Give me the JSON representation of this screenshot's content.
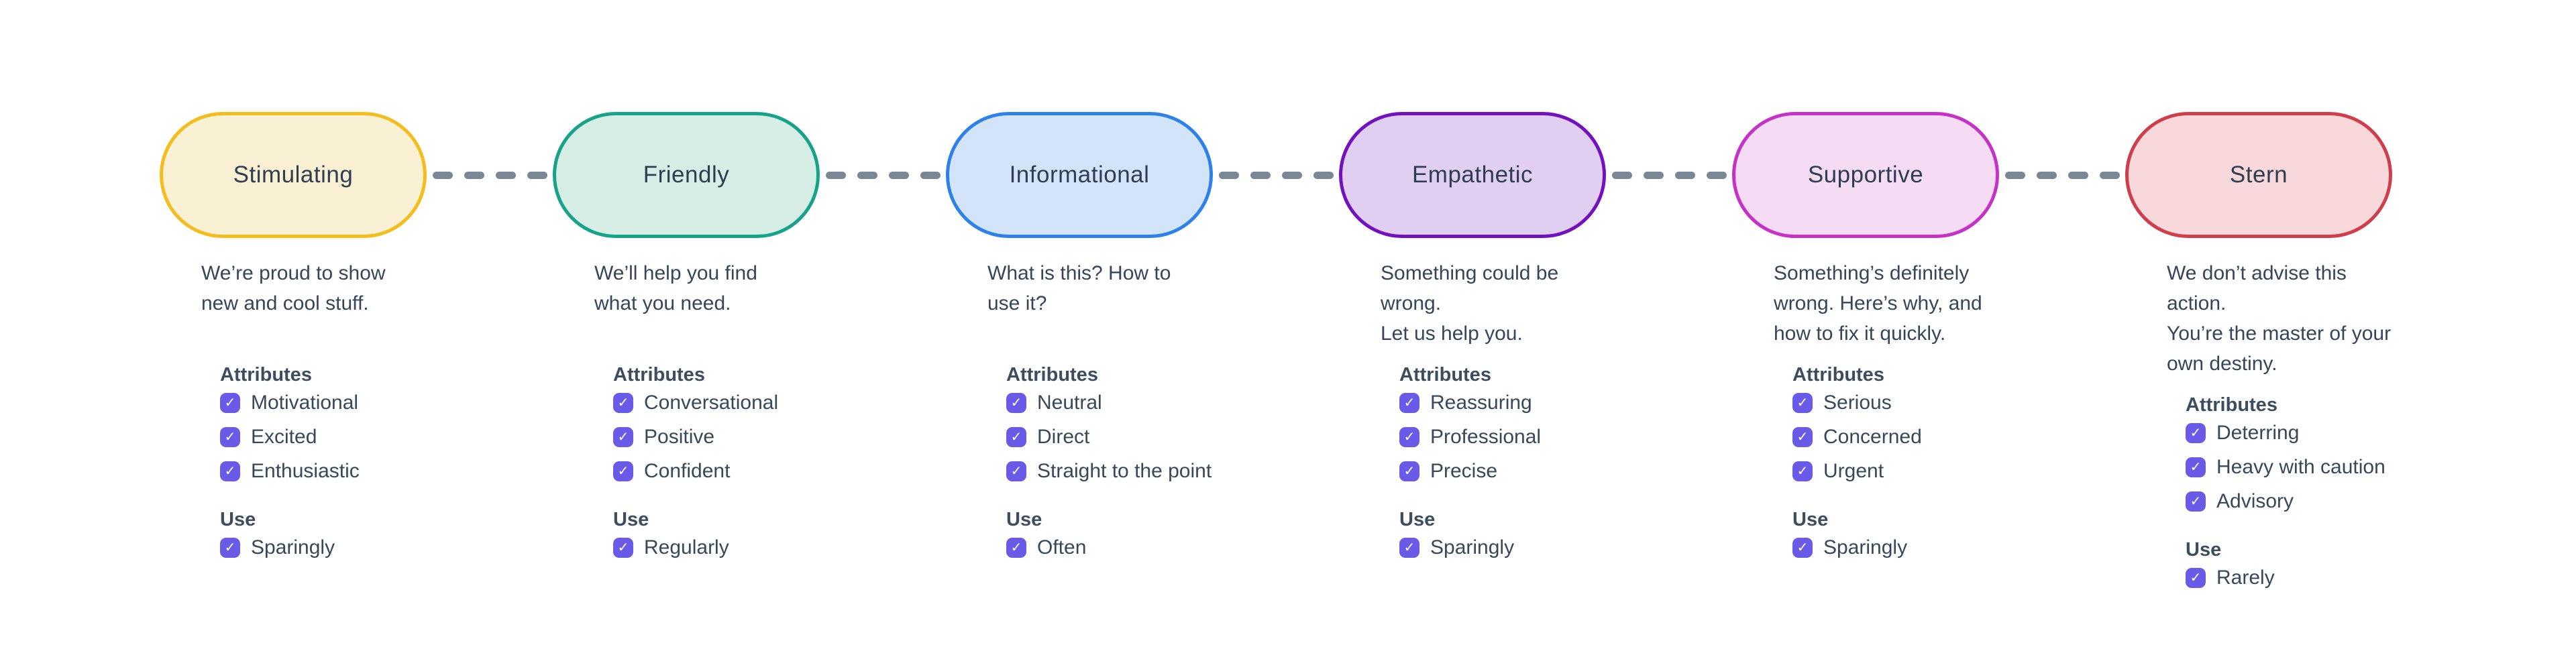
{
  "sections": {
    "attributes_label": "Attributes",
    "use_label": "Use"
  },
  "checkbox": {
    "glyph": "✓",
    "color": "#6a5ae8",
    "state": "checked"
  },
  "connector_style": {
    "color": "#7a8795",
    "pattern": "dashed"
  },
  "tones": [
    {
      "label": "Stimulating",
      "description": "We’re proud to show\nnew and cool stuff.",
      "fill": "#faf0d3",
      "border": "#f3bd1e",
      "attributes": [
        "Motivational",
        "Excited",
        "Enthusiastic"
      ],
      "use": "Sparingly"
    },
    {
      "label": "Friendly",
      "description": "We’ll help you find\nwhat you need.",
      "fill": "#d7eee7",
      "border": "#17a389",
      "attributes": [
        "Conversational",
        "Positive",
        "Confident"
      ],
      "use": "Regularly"
    },
    {
      "label": "Informational",
      "description": "What is this? How to\nuse it?",
      "fill": "#d3e4f8",
      "border": "#2e81e8",
      "attributes": [
        "Neutral",
        "Direct",
        "Straight to the point"
      ],
      "use": "Often"
    },
    {
      "label": "Empathetic",
      "description": "Something could be wrong.\nLet us help you.",
      "fill": "#e0cff0",
      "border": "#7211bd",
      "attributes": [
        "Reassuring",
        "Professional",
        "Precise"
      ],
      "use": "Sparingly"
    },
    {
      "label": "Supportive",
      "description": "Something’s definitely\nwrong. Here’s why, and\nhow to fix it quickly.",
      "fill": "#f6dbf5",
      "border": "#c433c6",
      "attributes": [
        "Serious",
        "Concerned",
        "Urgent"
      ],
      "use": "Sparingly"
    },
    {
      "label": "Stern",
      "description": "We don’t advise this action.\nYou’re the master of your\nown destiny.",
      "fill": "#f8d8da",
      "border": "#ce3e4b",
      "attributes": [
        "Deterring",
        "Heavy with caution",
        "Advisory"
      ],
      "use": "Rarely"
    }
  ]
}
